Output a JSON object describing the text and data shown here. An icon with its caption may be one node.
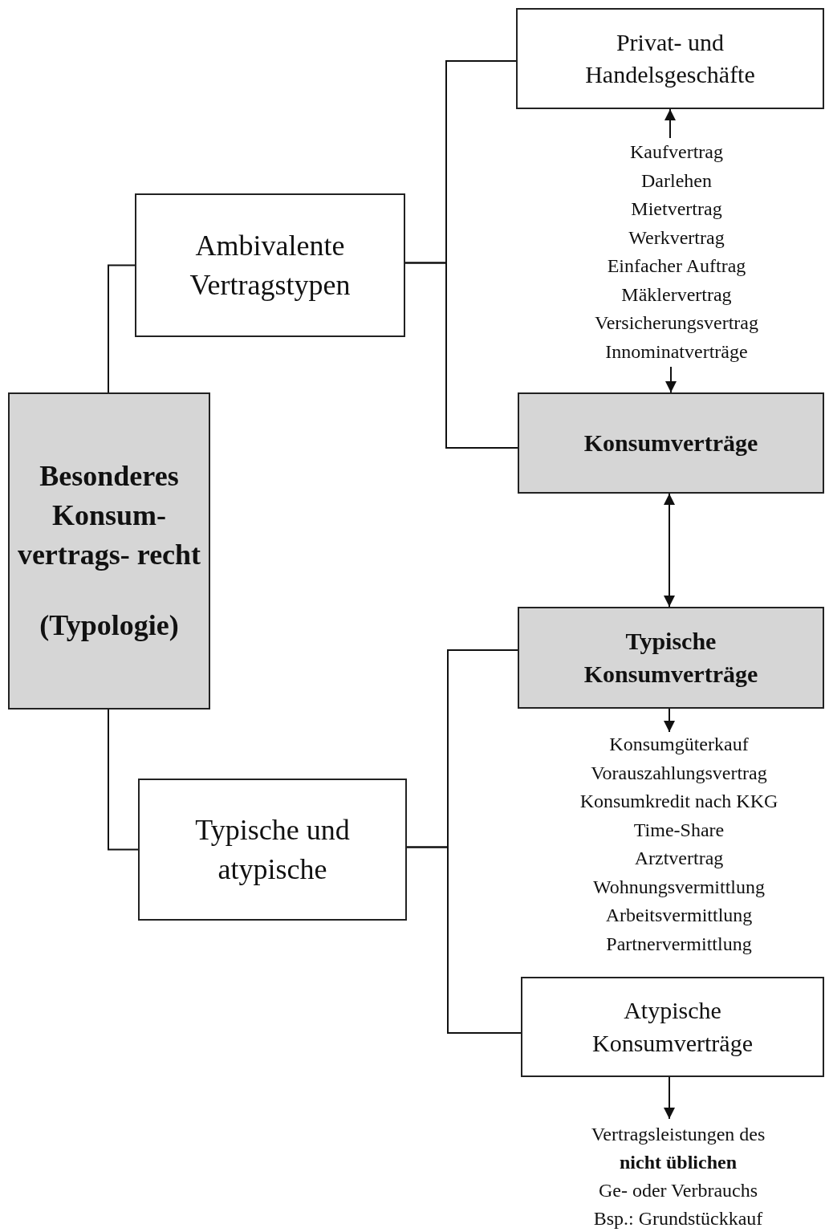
{
  "diagram": {
    "nodes": [
      {
        "text": [
          "Besonderes Konsum- vertrags- recht",
          "(Typologie)"
        ]
      },
      {
        "text": [
          "Ambivalente Vertragstypen"
        ]
      },
      {
        "text": [
          "Privat- und Handelsgeschäfte"
        ]
      },
      {
        "text": [
          "Kaufvertrag",
          "Darlehen",
          "Mietvertrag",
          "Werkvertrag",
          "Einfacher Auftrag",
          "Mäklervertrag",
          "Versicherungsvertrag",
          "Innominatverträge"
        ]
      },
      {
        "text": [
          "Konsumverträge"
        ]
      },
      {
        "text": [
          "Typische Konsumverträge"
        ]
      },
      {
        "text": [
          "Konsumgüterkauf",
          "Vorauszahlungsvertrag",
          "Konsumkredit nach KKG",
          "Time-Share",
          "Arztvertrag",
          "Wohnungsvermittlung",
          "Arbeitsvermittlung",
          "Partnervermittlung"
        ]
      },
      {
        "text": [
          "Typische und atypische"
        ]
      },
      {
        "text": [
          "Atypische Konsumverträge"
        ]
      },
      {
        "text": [
          "Vertragsleistungen des **nicht üblichen** Ge- oder Verbrauchs",
          "Bsp.: Grundstückkauf"
        ]
      }
    ],
    "edges": [
      {
        "from": 0,
        "to": 1,
        "arrow": "none"
      },
      {
        "from": 0,
        "to": 7,
        "arrow": "none"
      },
      {
        "from": 1,
        "to": 2,
        "arrow": "none"
      },
      {
        "from": 1,
        "to": 4,
        "arrow": "none"
      },
      {
        "from": 3,
        "to": 2,
        "arrow": "to"
      },
      {
        "from": 3,
        "to": 4,
        "arrow": "to"
      },
      {
        "from": 4,
        "to": 5,
        "arrow": "both"
      },
      {
        "from": 7,
        "to": 5,
        "arrow": "none"
      },
      {
        "from": 7,
        "to": 8,
        "arrow": "none"
      },
      {
        "from": 5,
        "to": 6,
        "arrow": "to"
      },
      {
        "from": 8,
        "to": 9,
        "arrow": "to"
      }
    ]
  }
}
